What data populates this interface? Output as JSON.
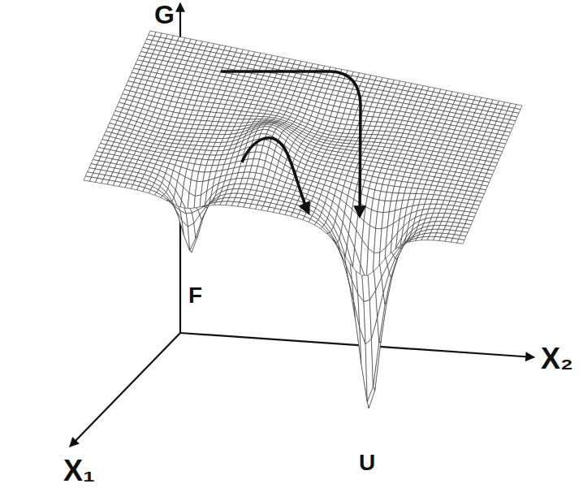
{
  "diagram": {
    "labels": [
      "G",
      "F",
      "U",
      "X₁",
      "X₂"
    ]
  }
}
